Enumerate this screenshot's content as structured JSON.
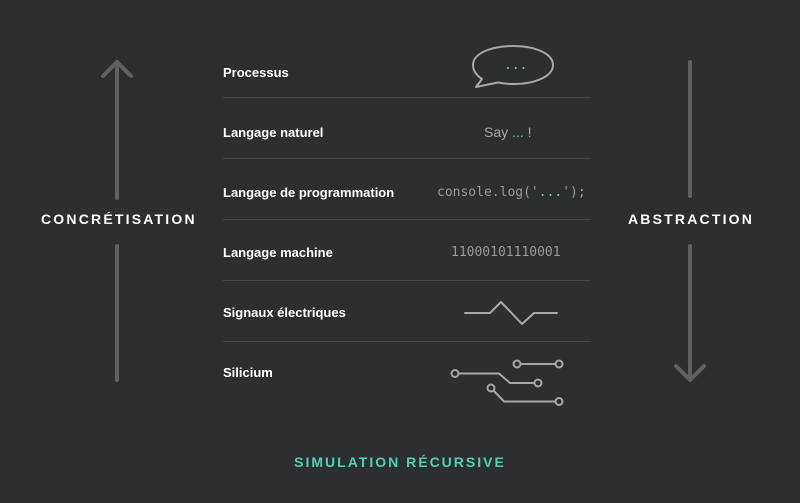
{
  "left_label": "CONCRÉTISATION",
  "right_label": "ABSTRACTION",
  "layers": [
    {
      "label": "Processus",
      "illustration": "speech-bubble",
      "bubble_text": "..."
    },
    {
      "label": "Langage naturel",
      "text_prefix": "Say ",
      "text_accent": "...",
      "text_suffix": " !"
    },
    {
      "label": "Langage de programmation",
      "code_prefix": "console.log('",
      "code_accent": "...",
      "code_suffix": "');"
    },
    {
      "label": "Langage machine",
      "binary": "11000101110001"
    },
    {
      "label": "Signaux électriques",
      "illustration": "signal-waveform"
    },
    {
      "label": "Silicium",
      "illustration": "circuit-traces"
    }
  ],
  "footer": "SIMULATION RÉCURSIVE",
  "colors": {
    "background": "#2d2e30",
    "accent": "#4fd1b5",
    "muted": "#9a9a9a",
    "arrow": "#5f6063"
  }
}
